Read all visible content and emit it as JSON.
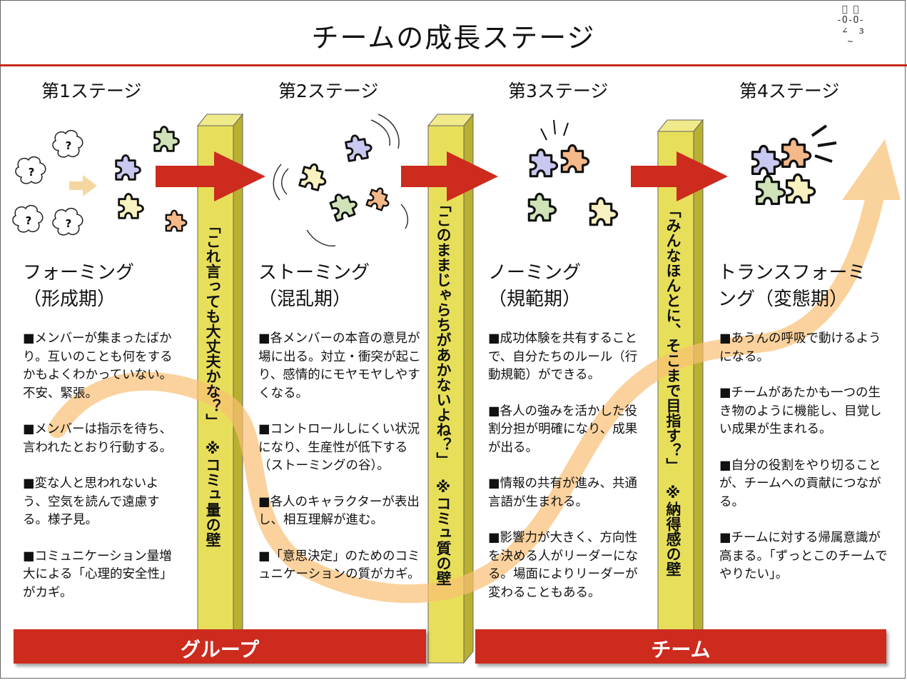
{
  "title": "チームの成長ステージ",
  "face": " ﾞ ﾞ\n-O-O-\n ∠  з\n  ~",
  "stages": [
    {
      "label": "第1ステージ",
      "name_lines": [
        "フォーミング",
        "（形成期）"
      ],
      "desc": [
        "■メンバーが集まったばかり。互いのことも何をするかもよくわかっていない。不安、緊張。",
        "■メンバーは指示を待ち、言われたとおり行動する。",
        "■変な人と思われないよう、空気を読んで遠慮する。様子見。",
        "■コミュニケーション量増大による「心理的安全性」がカギ。"
      ]
    },
    {
      "label": "第2ステージ",
      "name_lines": [
        "ストーミング",
        "（混乱期）"
      ],
      "desc": [
        "■各メンバーの本音の意見が場に出る。対立・衝突が起こり、感情的にモヤモヤしやすくなる。",
        "■コントロールしにくい状況になり、生産性が低下する（ストーミングの谷）。",
        "■各人のキャラクターが表出し、相互理解が進む。",
        "■「意思決定」のためのコミュニケーションの質がカギ。"
      ]
    },
    {
      "label": "第3ステージ",
      "name_lines": [
        "ノーミング",
        "（規範期）"
      ],
      "desc": [
        "■成功体験を共有することで、自分たちのルール（行動規範）ができる。",
        "■各人の強みを活かした役割分担が明確になり、成果が出る。",
        "■情報の共有が進み、共通言語が生まれる。",
        "■影響力が大きく、方向性を決める人がリーダーになる。場面によりリーダーが変わることもある。"
      ]
    },
    {
      "label": "第4ステージ",
      "name_lines": [
        "トランスフォーミ",
        "ング（変態期）"
      ],
      "desc": [
        "■あうんの呼吸で動けるようになる。",
        "■チームがあたかも一つの生き物のように機能し、目覚しい成果が生まれる。",
        "■自分の役割をやり切ることが、チームへの貢献につながる。",
        "■チームに対する帰属意識が高まる。「ずっとこのチームでやりたい」。"
      ]
    }
  ],
  "walls": [
    {
      "quote": "「これ言っても大丈夫かな？」",
      "note": "※コミュ量の壁"
    },
    {
      "quote": "「このままじゃらちがあかないよね？」",
      "note": "※コミュ質の壁"
    },
    {
      "quote": "「みんなほんとに、そこまで目指す？」",
      "note": "※納得感の壁"
    }
  ],
  "bands": {
    "group": "グループ",
    "team": "チーム"
  },
  "question_mark": "?",
  "colors": {
    "accent_red": "#cc2b1e",
    "wall_yellow": "#e7df5a",
    "curve_orange": "#f9bf73",
    "piece_purple": "#c8c8f0",
    "piece_orange": "#f5b888",
    "piece_green": "#cfe2b8",
    "piece_yellow": "#f8f2c0"
  }
}
